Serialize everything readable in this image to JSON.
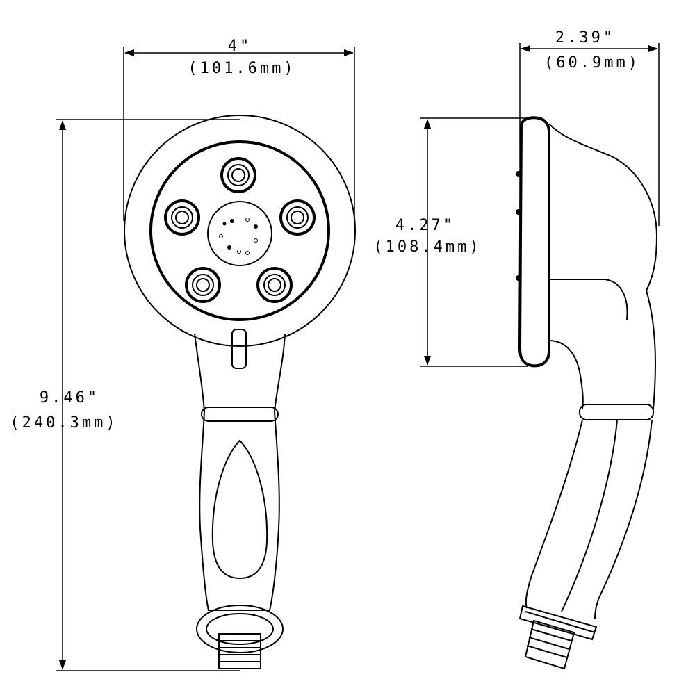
{
  "front_view": {
    "width_in": "4\"",
    "width_mm": "(101.6mm)",
    "height_in": "9.46\"",
    "height_mm": "(240.3mm)"
  },
  "side_view": {
    "depth_in": "2.39\"",
    "depth_mm": "(60.9mm)",
    "face_in": "4.27\"",
    "face_mm": "(108.4mm)"
  },
  "colors": {
    "line": "#000000",
    "background": "#ffffff"
  }
}
